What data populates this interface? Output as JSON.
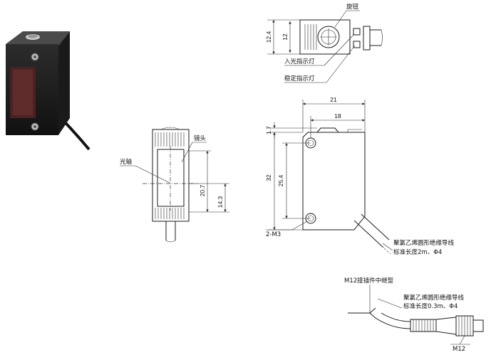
{
  "labels": {
    "knob": "旋钮",
    "input_light": "入光指示灯",
    "stable_light": "稳定指示灯",
    "lens": "镜头",
    "optical_axis": "光轴",
    "mount_holes": "2-M3",
    "cable_note_1": "聚氯乙烯圆形绝缘导线",
    "cable_note_2": "标准长度2m、Φ4",
    "m12_type": "M12接插件中继型",
    "cable_note_3": "聚氯乙烯圆形绝缘导线",
    "cable_note_4": "标准长度0.3m、Φ4",
    "m12": "M12"
  },
  "dimensions": {
    "top_12_4": "12.4",
    "top_12": "12",
    "width_21": "21",
    "width_18": "18",
    "d_1_7": "1.7",
    "d_32": "32",
    "d_25_4": "25.4",
    "d_20_7": "20.7",
    "d_14_3": "14.3"
  }
}
